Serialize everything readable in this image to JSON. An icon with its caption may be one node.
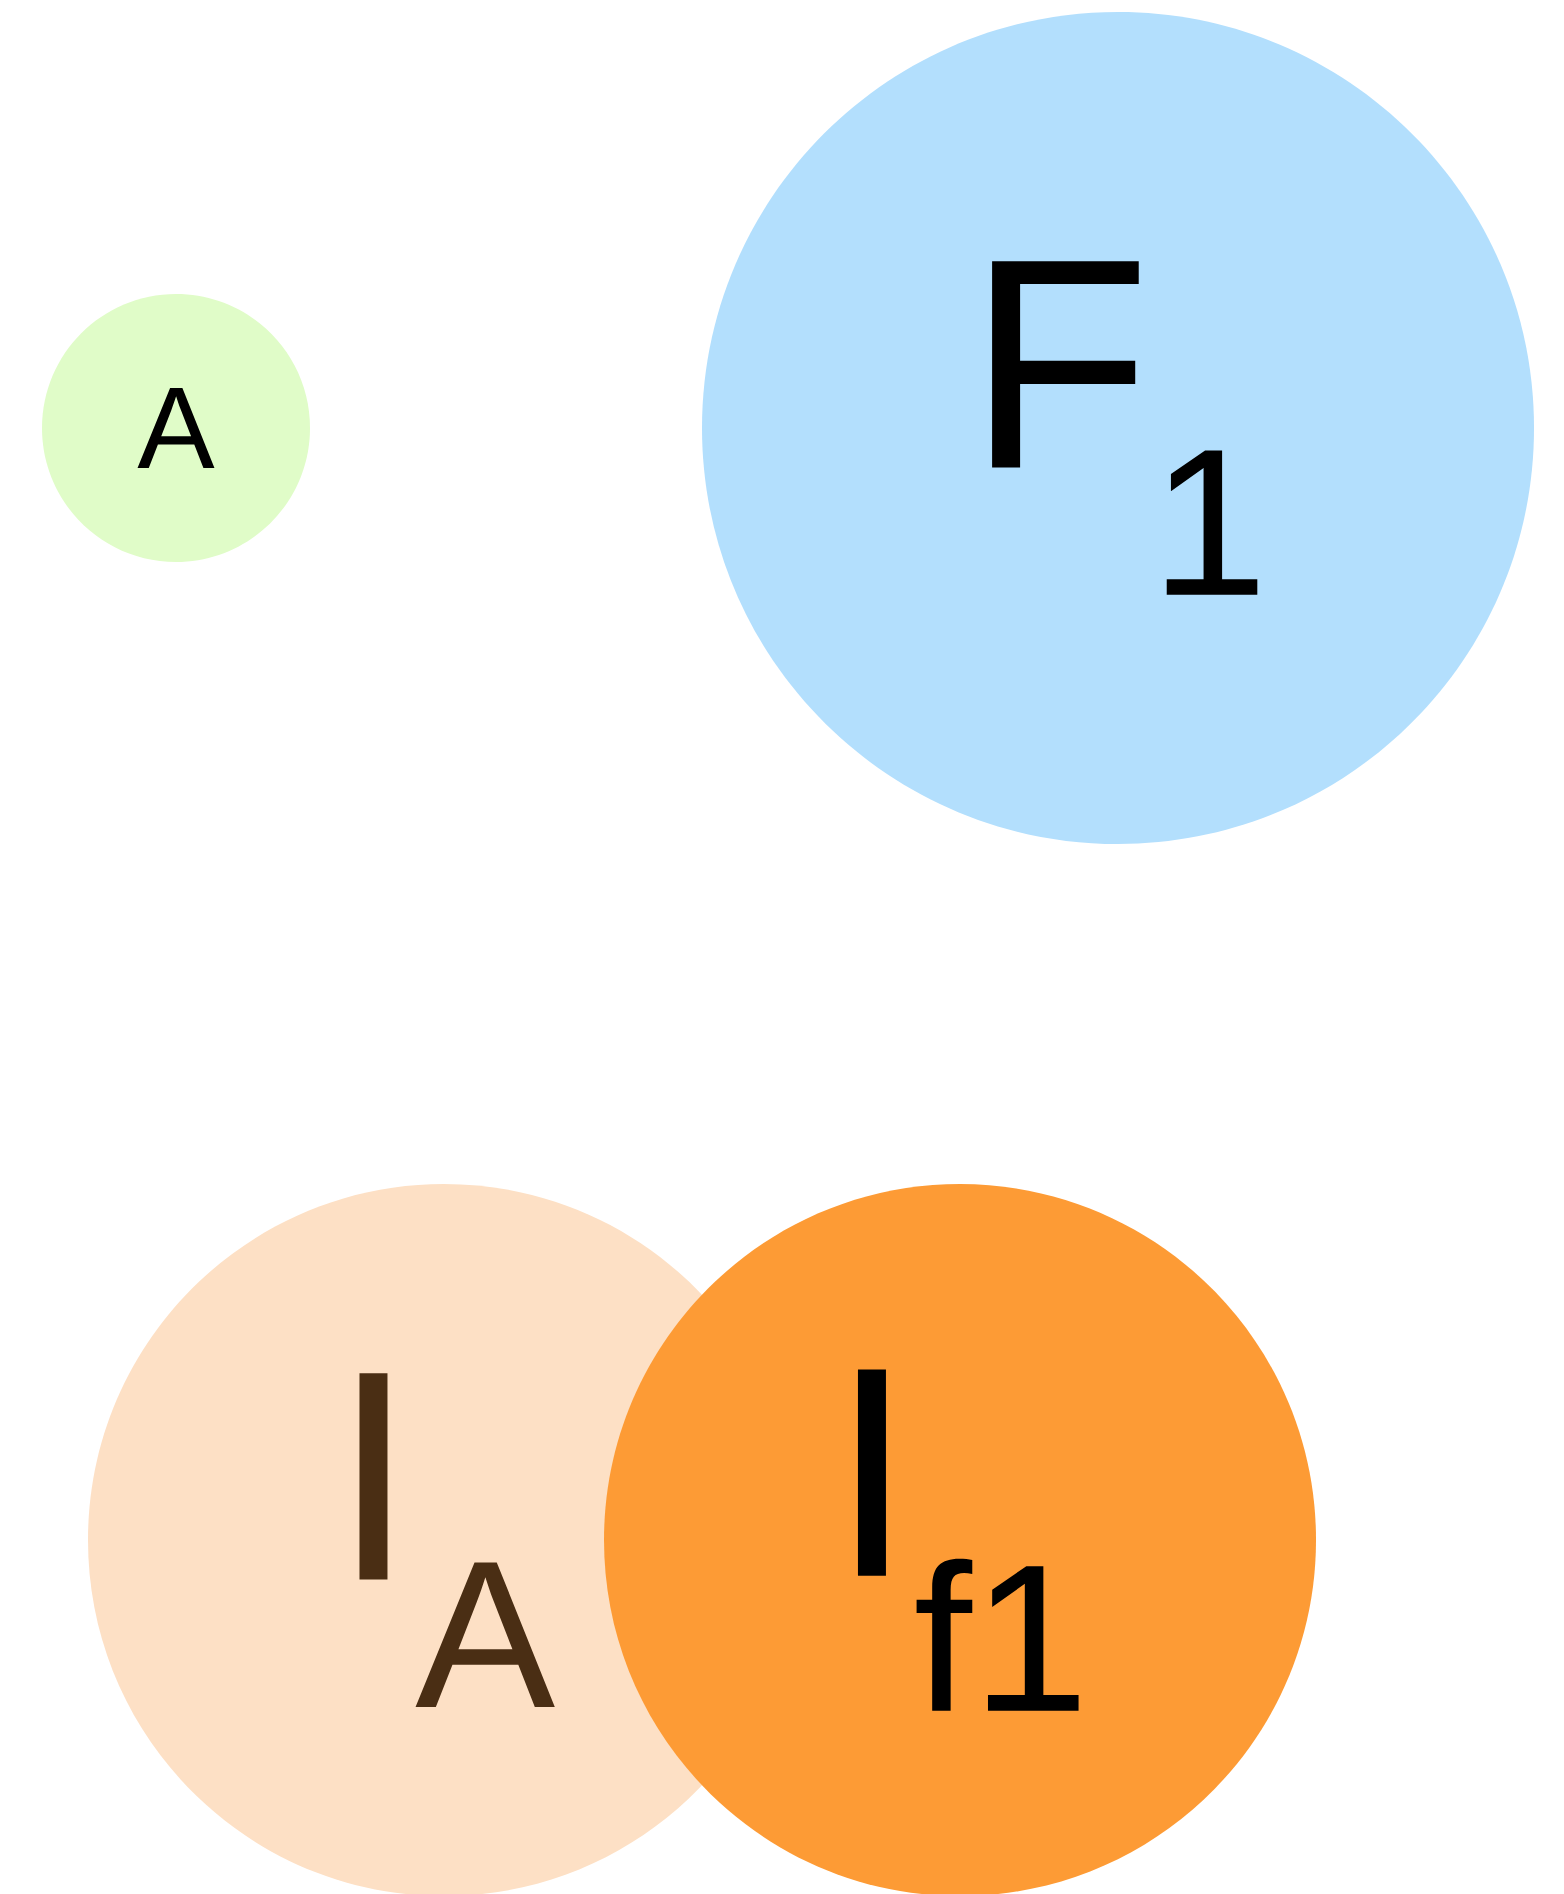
{
  "diagram": {
    "nodes": [
      {
        "text": [
          "A"
        ]
      },
      {
        "text": [
          "F$_{1}$"
        ]
      },
      {
        "text": [
          "I$_{A}$"
        ]
      },
      {
        "text": [
          "I$_{f1}$"
        ]
      }
    ]
  }
}
